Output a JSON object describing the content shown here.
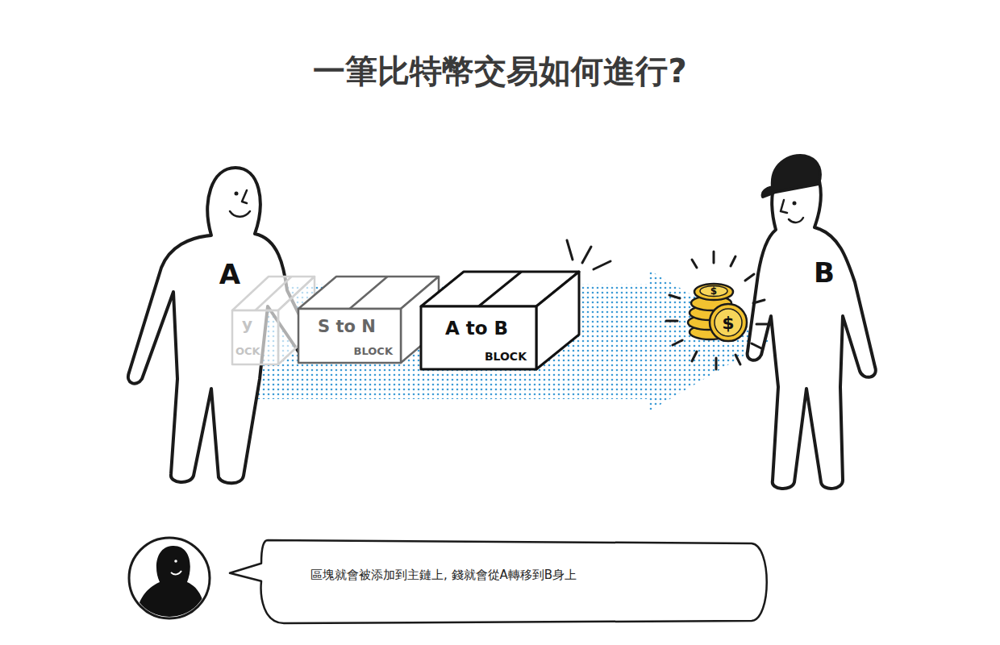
{
  "diagram": {
    "title": "一筆比特幣交易如何進行?",
    "nodes": [
      {
        "text": [
          "y",
          "OCK"
        ]
      },
      {
        "text": [
          "S to N",
          "BLOCK"
        ]
      },
      {
        "text": [
          "A to B",
          "BLOCK"
        ]
      },
      {
        "text": [
          "區塊就會被添加到主鏈上, 錢就會從A轉移到B身上"
        ]
      }
    ],
    "edges": [
      {
        "from": 1,
        "to": 2,
        "arrow": "none"
      }
    ],
    "labels": [
      "A",
      "B",
      "$",
      "$"
    ]
  }
}
